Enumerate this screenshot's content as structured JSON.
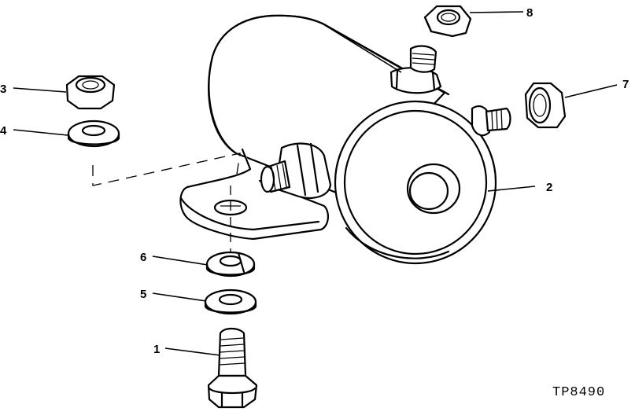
{
  "figure_id": "TP8490",
  "callouts": [
    {
      "number": "1",
      "part": "cap-screw"
    },
    {
      "number": "2",
      "part": "solenoid"
    },
    {
      "number": "3",
      "part": "nut"
    },
    {
      "number": "4",
      "part": "washer"
    },
    {
      "number": "5",
      "part": "washer"
    },
    {
      "number": "6",
      "part": "lock-washer"
    },
    {
      "number": "7",
      "part": "nut"
    },
    {
      "number": "8",
      "part": "nut"
    }
  ]
}
